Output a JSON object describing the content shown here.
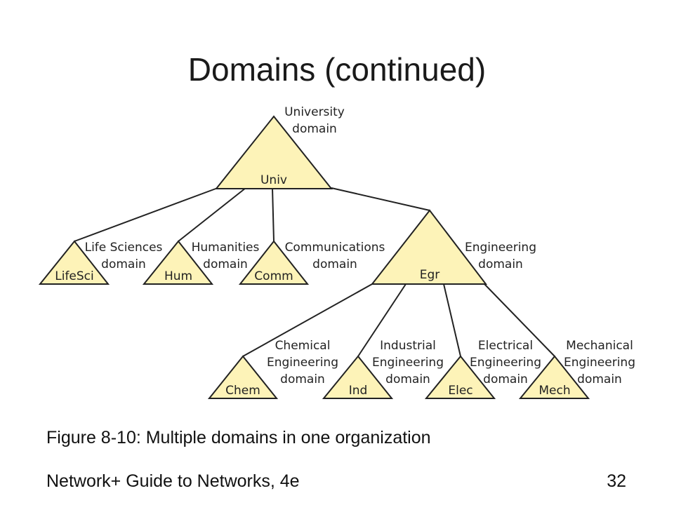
{
  "slide": {
    "title": "Domains (continued)",
    "caption": "Figure 8-10: Multiple domains in one organization",
    "footer_left": "Network+ Guide to Networks, 4e",
    "page_number": "32"
  },
  "colors": {
    "triangle_fill": "#fdf3b8",
    "triangle_stroke": "#222222",
    "line": "#222222"
  },
  "diagram": {
    "nodes": {
      "univ": {
        "label": "Univ",
        "desc": [
          "University",
          "domain"
        ]
      },
      "lifesci": {
        "label": "LifeSci",
        "desc": [
          "Life Sciences",
          "domain"
        ]
      },
      "hum": {
        "label": "Hum",
        "desc": [
          "Humanities",
          "domain"
        ]
      },
      "comm": {
        "label": "Comm",
        "desc": [
          "Communications",
          "domain"
        ]
      },
      "egr": {
        "label": "Egr",
        "desc": [
          "Engineering",
          "domain"
        ]
      },
      "chem": {
        "label": "Chem",
        "desc": [
          "Chemical",
          "Engineering",
          "domain"
        ]
      },
      "ind": {
        "label": "Ind",
        "desc": [
          "Industrial",
          "Engineering",
          "domain"
        ]
      },
      "elec": {
        "label": "Elec",
        "desc": [
          "Electrical",
          "Engineering",
          "domain"
        ]
      },
      "mech": {
        "label": "Mech",
        "desc": [
          "Mechanical",
          "Engineering",
          "domain"
        ]
      }
    }
  }
}
